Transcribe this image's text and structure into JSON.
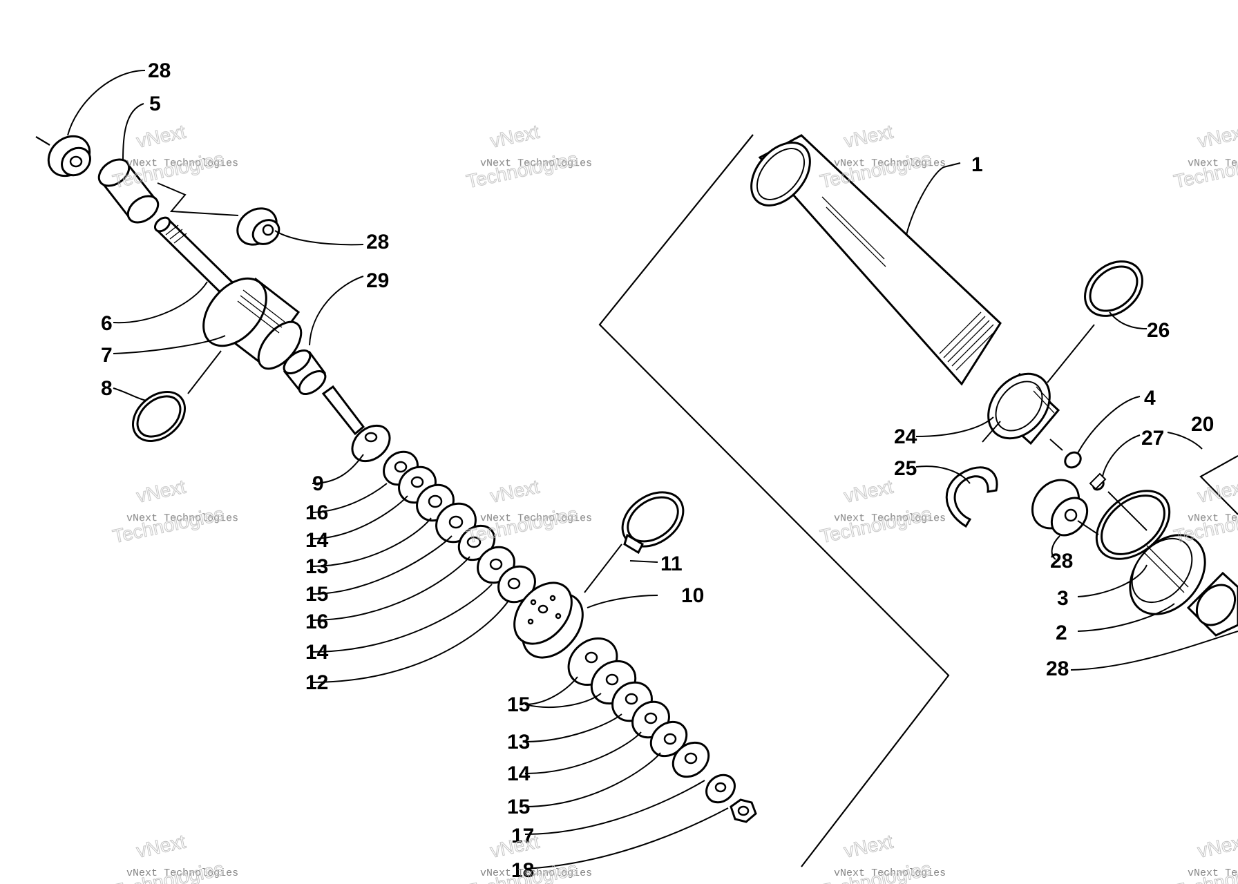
{
  "watermark": {
    "line1": "vNext",
    "line2": "vNext Technologies",
    "line3": "Technologies"
  },
  "callouts": {
    "c1": "1",
    "c2": "2",
    "c3": "3",
    "c4": "4",
    "c5": "5",
    "c6": "6",
    "c7": "7",
    "c8": "8",
    "c9": "9",
    "c10": "10",
    "c11": "11",
    "c12": "12",
    "c13_upper": "13",
    "c13_lower": "13",
    "c14_upper_a": "14",
    "c14_upper_b": "14",
    "c14_lower": "14",
    "c15_upper": "15",
    "c15_lower_a": "15",
    "c15_lower_b": "15",
    "c16_upper_a": "16",
    "c16_upper_b": "16",
    "c17": "17",
    "c18": "18",
    "c20": "20",
    "c24": "24",
    "c25": "25",
    "c26": "26",
    "c27": "27",
    "c28_top": "28",
    "c28_mid": "28",
    "c28_right": "28",
    "c28_lower_right": "28",
    "c29": "29"
  }
}
